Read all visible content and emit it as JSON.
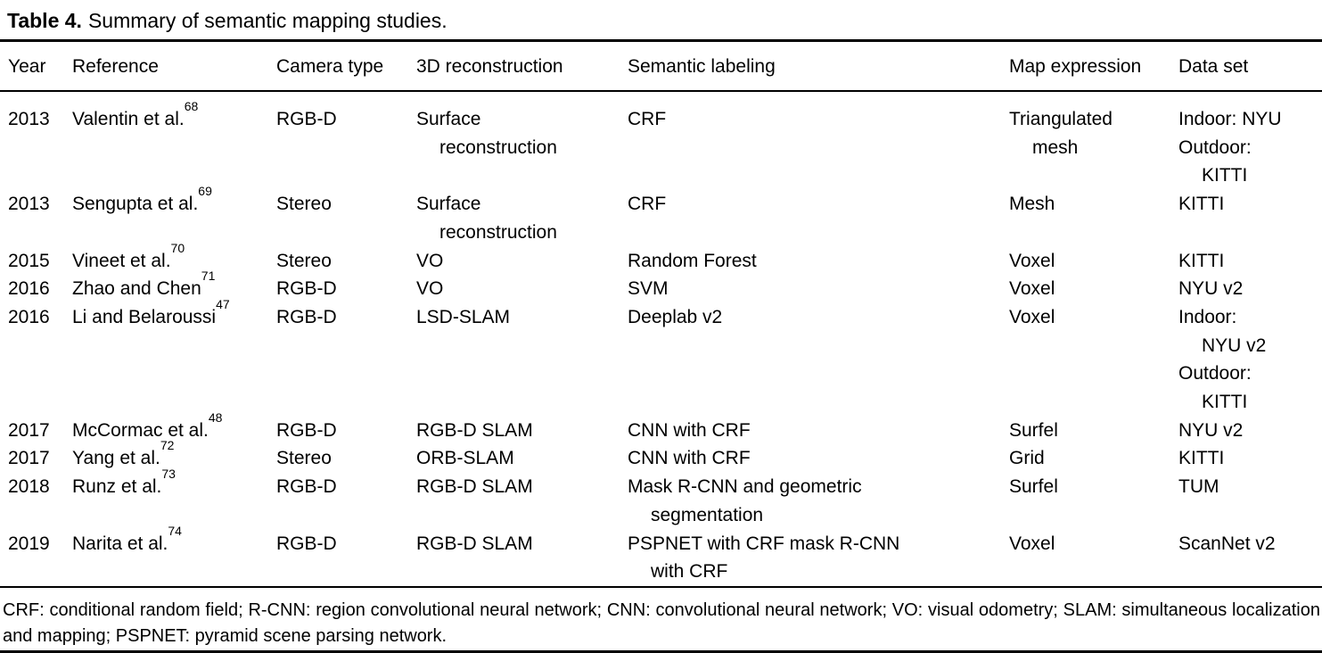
{
  "caption": {
    "label": "Table 4.",
    "text": "Summary of semantic mapping studies."
  },
  "table": {
    "columns": [
      "Year",
      "Reference",
      "Camera type",
      "3D reconstruction",
      "Semantic labeling",
      "Map expression",
      "Data set"
    ],
    "rows": [
      {
        "year": "2013",
        "reference": {
          "text": "Valentin et al.",
          "sup": "68"
        },
        "camera_type": [
          [
            "RGB-D",
            0
          ]
        ],
        "reconstruction_3d": [
          [
            "Surface",
            0
          ],
          [
            "reconstruction",
            1
          ]
        ],
        "semantic_labeling": [
          [
            "CRF",
            0
          ]
        ],
        "map_expression": [
          [
            "Triangulated",
            0
          ],
          [
            "mesh",
            1
          ]
        ],
        "data_set": [
          [
            "Indoor: NYU",
            0
          ],
          [
            "Outdoor:",
            0
          ],
          [
            "KITTI",
            1
          ]
        ]
      },
      {
        "year": "2013",
        "reference": {
          "text": "Sengupta et al.",
          "sup": "69"
        },
        "camera_type": [
          [
            "Stereo",
            0
          ]
        ],
        "reconstruction_3d": [
          [
            "Surface",
            0
          ],
          [
            "reconstruction",
            1
          ]
        ],
        "semantic_labeling": [
          [
            "CRF",
            0
          ]
        ],
        "map_expression": [
          [
            "Mesh",
            0
          ]
        ],
        "data_set": [
          [
            "KITTI",
            0
          ]
        ]
      },
      {
        "year": "2015",
        "reference": {
          "text": "Vineet et al.",
          "sup": "70"
        },
        "camera_type": [
          [
            "Stereo",
            0
          ]
        ],
        "reconstruction_3d": [
          [
            "VO",
            0
          ]
        ],
        "semantic_labeling": [
          [
            "Random Forest",
            0
          ]
        ],
        "map_expression": [
          [
            "Voxel",
            0
          ]
        ],
        "data_set": [
          [
            "KITTI",
            0
          ]
        ]
      },
      {
        "year": "2016",
        "reference": {
          "text": "Zhao and Chen",
          "sup": "71"
        },
        "camera_type": [
          [
            "RGB-D",
            0
          ]
        ],
        "reconstruction_3d": [
          [
            "VO",
            0
          ]
        ],
        "semantic_labeling": [
          [
            "SVM",
            0
          ]
        ],
        "map_expression": [
          [
            "Voxel",
            0
          ]
        ],
        "data_set": [
          [
            "NYU v2",
            0
          ]
        ]
      },
      {
        "year": "2016",
        "reference": {
          "text": "Li and Belaroussi",
          "sup": "47"
        },
        "camera_type": [
          [
            "RGB-D",
            0
          ]
        ],
        "reconstruction_3d": [
          [
            "LSD-SLAM",
            0
          ]
        ],
        "semantic_labeling": [
          [
            "Deeplab v2",
            0
          ]
        ],
        "map_expression": [
          [
            "Voxel",
            0
          ]
        ],
        "data_set": [
          [
            "Indoor:",
            0
          ],
          [
            "NYU v2",
            1
          ],
          [
            "Outdoor:",
            0
          ],
          [
            "KITTI",
            1
          ]
        ]
      },
      {
        "year": "2017",
        "reference": {
          "text": "McCormac et al.",
          "sup": "48"
        },
        "camera_type": [
          [
            "RGB-D",
            0
          ]
        ],
        "reconstruction_3d": [
          [
            "RGB-D SLAM",
            0
          ]
        ],
        "semantic_labeling": [
          [
            "CNN with CRF",
            0
          ]
        ],
        "map_expression": [
          [
            "Surfel",
            0
          ]
        ],
        "data_set": [
          [
            "NYU v2",
            0
          ]
        ]
      },
      {
        "year": "2017",
        "reference": {
          "text": "Yang et al.",
          "sup": "72"
        },
        "camera_type": [
          [
            "Stereo",
            0
          ]
        ],
        "reconstruction_3d": [
          [
            "ORB-SLAM",
            0
          ]
        ],
        "semantic_labeling": [
          [
            "CNN with CRF",
            0
          ]
        ],
        "map_expression": [
          [
            "Grid",
            0
          ]
        ],
        "data_set": [
          [
            "KITTI",
            0
          ]
        ]
      },
      {
        "year": "2018",
        "reference": {
          "text": "Runz et al.",
          "sup": "73"
        },
        "camera_type": [
          [
            "RGB-D",
            0
          ]
        ],
        "reconstruction_3d": [
          [
            "RGB-D SLAM",
            0
          ]
        ],
        "semantic_labeling": [
          [
            "Mask R-CNN and geometric",
            0
          ],
          [
            "segmentation",
            1
          ]
        ],
        "map_expression": [
          [
            "Surfel",
            0
          ]
        ],
        "data_set": [
          [
            "TUM",
            0
          ]
        ]
      },
      {
        "year": "2019",
        "reference": {
          "text": "Narita et al.",
          "sup": "74"
        },
        "camera_type": [
          [
            "RGB-D",
            0
          ]
        ],
        "reconstruction_3d": [
          [
            "RGB-D SLAM",
            0
          ]
        ],
        "semantic_labeling": [
          [
            "PSPNET with CRF mask R-CNN",
            0
          ],
          [
            "with CRF",
            1
          ]
        ],
        "map_expression": [
          [
            "Voxel",
            0
          ]
        ],
        "data_set": [
          [
            "ScanNet v2",
            0
          ]
        ]
      }
    ]
  },
  "footnote": "CRF: conditional random field; R-CNN: region convolutional neural network; CNN: convolutional neural network; VO: visual odometry; SLAM: simultaneous localization and mapping; PSPNET: pyramid scene parsing network."
}
